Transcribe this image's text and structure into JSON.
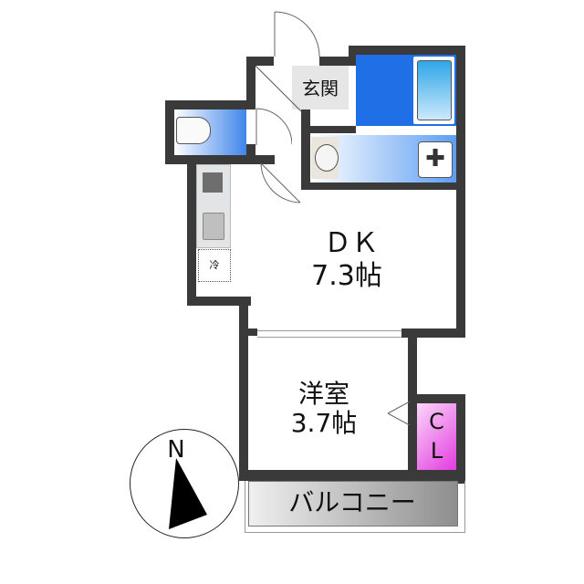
{
  "rooms": {
    "entrance": {
      "label": "玄関"
    },
    "dk": {
      "line1": "ＤＫ",
      "line2": "7.3帖"
    },
    "western": {
      "line1": "洋室",
      "line2": "3.7帖"
    },
    "closet": {
      "line1": "C",
      "line2": "L"
    },
    "balcony": {
      "label": "バルコニー"
    },
    "fridge": {
      "label": "冷"
    }
  },
  "compass": {
    "label": "N"
  },
  "colors": {
    "wall": "#3a3a3a",
    "bath_blue": "#1f6fe6",
    "closet_magenta": "#e23ce0",
    "entrance_gray": "#e6e6e6"
  }
}
